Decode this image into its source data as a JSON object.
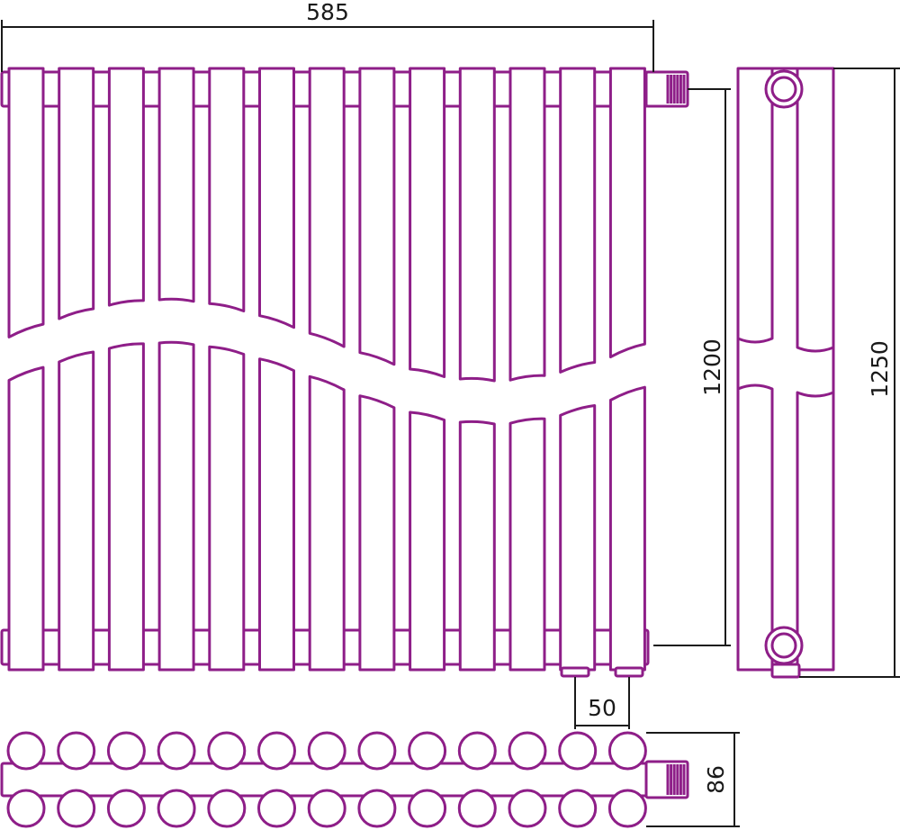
{
  "colors": {
    "outline": "#8e1e88",
    "dimension": "#1a1a1a",
    "background": "#ffffff"
  },
  "radiator": {
    "sections": 13,
    "wave_gap": true
  },
  "dimensions": {
    "overall_width": "585",
    "axis_distance": "1200",
    "overall_height": "1250",
    "connection_spacing": "50",
    "depth": "86"
  }
}
